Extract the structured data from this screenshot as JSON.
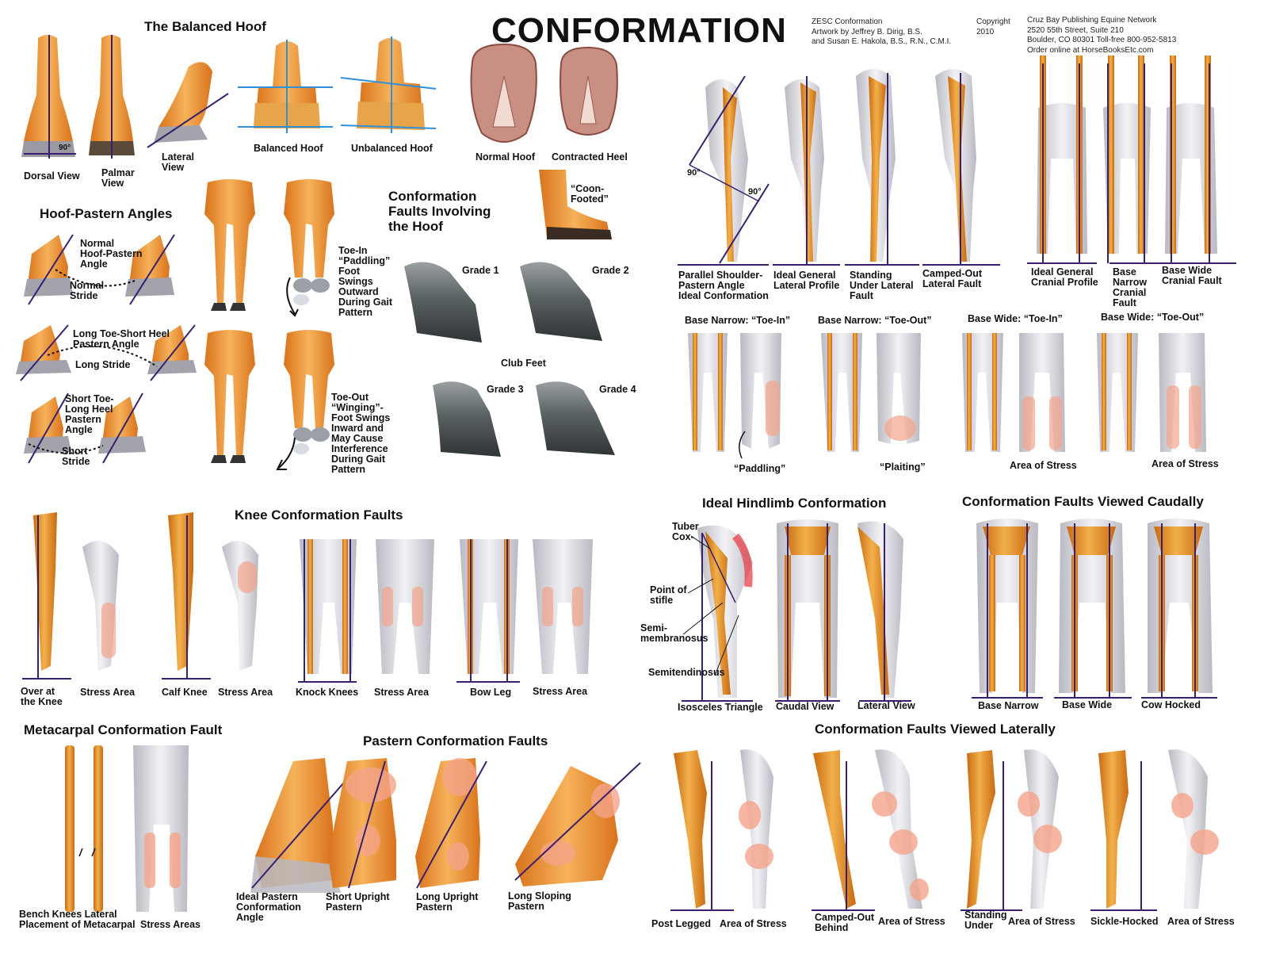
{
  "title": "CONFORMATION",
  "credits": {
    "series": "ZESC    Conformation\nArtwork by Jeffrey B. Dirig, B.S.\nand Susan E. Hakola, B.S., R.N., C.M.I.",
    "copyright": "Copyright\n2010",
    "publisher": "Cruz Bay Publishing Equine Network\n2520 55th Street, Suite 210\nBoulder, CO 80301      Toll-free 800-952-5813\nOrder online at HorseBooksEtc.com"
  },
  "headings": {
    "balanced_hoof": "The Balanced Hoof",
    "hoof_pastern_angles": "Hoof-Pastern Angles",
    "hoof_faults": "Conformation\nFaults Involving\nthe Hoof",
    "knee_faults": "Knee Conformation Faults",
    "metacarpal_fault": "Metacarpal Conformation Fault",
    "pastern_faults": "Pastern Conformation Faults",
    "ideal_hindlimb": "Ideal Hindlimb Conformation",
    "faults_caudally": "Conformation Faults Viewed Caudally",
    "faults_laterally": "Conformation Faults Viewed Laterally"
  },
  "labels": {
    "dorsal_view": "Dorsal View",
    "palmar_view": "Palmar\nView",
    "lateral_view": "Lateral\nView",
    "ninety_deg": "90°",
    "balanced_hoof": "Balanced Hoof",
    "unbalanced_hoof": "Unbalanced Hoof",
    "normal_hoof": "Normal Hoof",
    "contracted_heel": "Contracted Heel",
    "coon_footed": "“Coon-\nFooted”",
    "normal_angle": "Normal\nHoof-Pastern\nAngle",
    "normal_stride": "Normal\nStride",
    "long_toe_angle": "Long Toe-Short Heel\nPastern Angle",
    "long_stride": "Long Stride",
    "short_toe_angle": "Short Toe-\nLong Heel\nPastern\nAngle",
    "short_stride": "Short\nStride",
    "toe_in": "Toe-In\n“Paddling”\nFoot\nSwings\nOutward\nDuring Gait\nPattern",
    "toe_out": "Toe-Out\n“Winging”-\nFoot Swings\nInward and\nMay Cause\nInterference\nDuring Gait\nPattern",
    "grade1": "Grade 1",
    "grade2": "Grade 2",
    "grade3": "Grade 3",
    "grade4": "Grade 4",
    "club_feet": "Club Feet",
    "parallel_shoulder": "Parallel Shoulder-\nPastern Angle\nIdeal Conformation",
    "ideal_lateral": "Ideal General\nLateral Profile",
    "standing_under_lateral": "Standing\nUnder Lateral\nFault",
    "camped_out_lateral": "Camped-Out\nLateral Fault",
    "ideal_cranial": "Ideal General\nCranial Profile",
    "base_narrow_cranial": "Base\nNarrow\nCranial\nFault",
    "base_wide_cranial": "Base Wide\nCranial Fault",
    "bn_toe_in": "Base Narrow: “Toe-In”",
    "bn_toe_out": "Base Narrow: “Toe-Out”",
    "bw_toe_in": "Base Wide: “Toe-In”",
    "bw_toe_out": "Base Wide: “Toe-Out”",
    "paddling": "“Paddling”",
    "plaiting": "“Plaiting”",
    "area_stress_1": "Area of Stress",
    "area_stress_2": "Area of Stress",
    "over_knee": "Over at\nthe Knee",
    "stress_area_1": "Stress Area",
    "calf_knee": "Calf Knee",
    "stress_area_2": "Stress Area",
    "knock_knees": "Knock Knees",
    "stress_area_3": "Stress Area",
    "bow_leg": "Bow Leg",
    "stress_area_4": "Stress Area",
    "bench_knees": "Bench Knees Lateral\nPlacement of Metacarpal",
    "stress_areas": "Stress Areas",
    "ideal_pastern": "Ideal Pastern\nConformation\nAngle",
    "short_upright": "Short Upright\nPastern",
    "long_upright": "Long Upright\nPastern",
    "long_sloping": "Long Sloping\nPastern",
    "tuber_coxae": "Tuber\nCox-",
    "point_stifle": "Point of\nstifle",
    "semimembranosus": "Semi-\nmembranosus",
    "semitendinosus": "Semitendinosus",
    "isosceles": "Isosceles Triangle",
    "caudal_view": "Caudal View",
    "lateral_view_hind": "Lateral View",
    "base_narrow": "Base Narrow",
    "base_wide": "Base Wide",
    "cow_hocked": "Cow Hocked",
    "post_legged": "Post Legged",
    "area_stress_3": "Area of Stress",
    "camped_out_behind": "Camped-Out\nBehind",
    "area_stress_4": "Area of Stress",
    "standing_under": "Standing\nUnder",
    "area_stress_5": "Area of Stress",
    "sickle_hocked": "Sickle-Hocked",
    "area_stress_6": "Area of Stress"
  },
  "colors": {
    "bone": "#e89a2c",
    "bone_dark": "#b8651a",
    "leg_white": "#e4e4ea",
    "hoof": "#c98a3a",
    "hoof_grey": "#8f8f96",
    "club_grey": "#5e6566",
    "stress": "#f4a48a",
    "guide_line": "#3a1f6e",
    "blue_line": "#2f8fd8",
    "hoof_sole": "#c98f82"
  }
}
